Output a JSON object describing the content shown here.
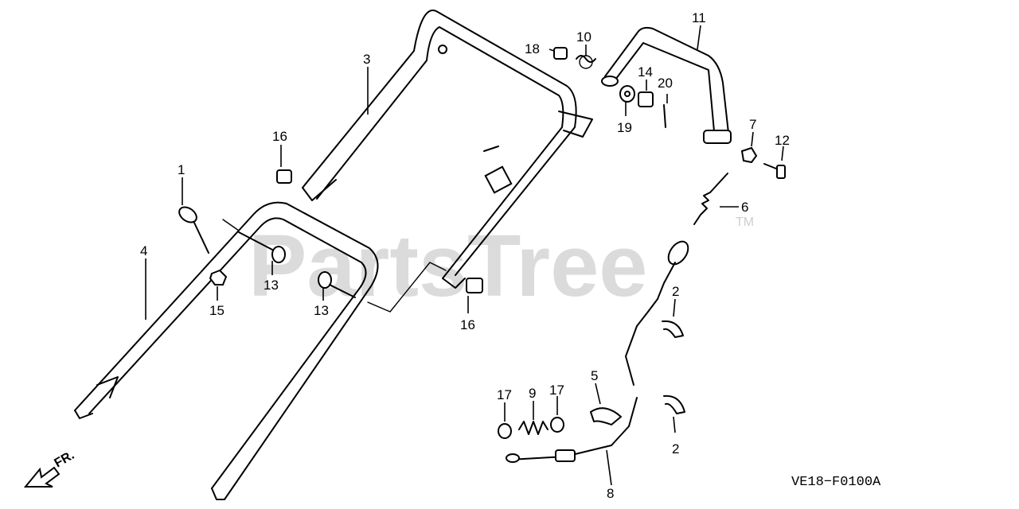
{
  "diagram": {
    "watermark": "PartsTree",
    "trademark": "TM",
    "diagram_code": "VE18−F0100A",
    "direction_label": "FR.",
    "callouts": [
      {
        "id": "c1",
        "label": "1"
      },
      {
        "id": "c2a",
        "label": "2"
      },
      {
        "id": "c2b",
        "label": "2"
      },
      {
        "id": "c3",
        "label": "3"
      },
      {
        "id": "c4",
        "label": "4"
      },
      {
        "id": "c5",
        "label": "5"
      },
      {
        "id": "c6",
        "label": "6"
      },
      {
        "id": "c7",
        "label": "7"
      },
      {
        "id": "c8",
        "label": "8"
      },
      {
        "id": "c9",
        "label": "9"
      },
      {
        "id": "c10",
        "label": "10"
      },
      {
        "id": "c11",
        "label": "11"
      },
      {
        "id": "c12",
        "label": "12"
      },
      {
        "id": "c13a",
        "label": "13"
      },
      {
        "id": "c13b",
        "label": "13"
      },
      {
        "id": "c14",
        "label": "14"
      },
      {
        "id": "c15",
        "label": "15"
      },
      {
        "id": "c16a",
        "label": "16"
      },
      {
        "id": "c16b",
        "label": "16"
      },
      {
        "id": "c17a",
        "label": "17"
      },
      {
        "id": "c17b",
        "label": "17"
      },
      {
        "id": "c18",
        "label": "18"
      },
      {
        "id": "c19",
        "label": "19"
      },
      {
        "id": "c20",
        "label": "20"
      }
    ]
  }
}
